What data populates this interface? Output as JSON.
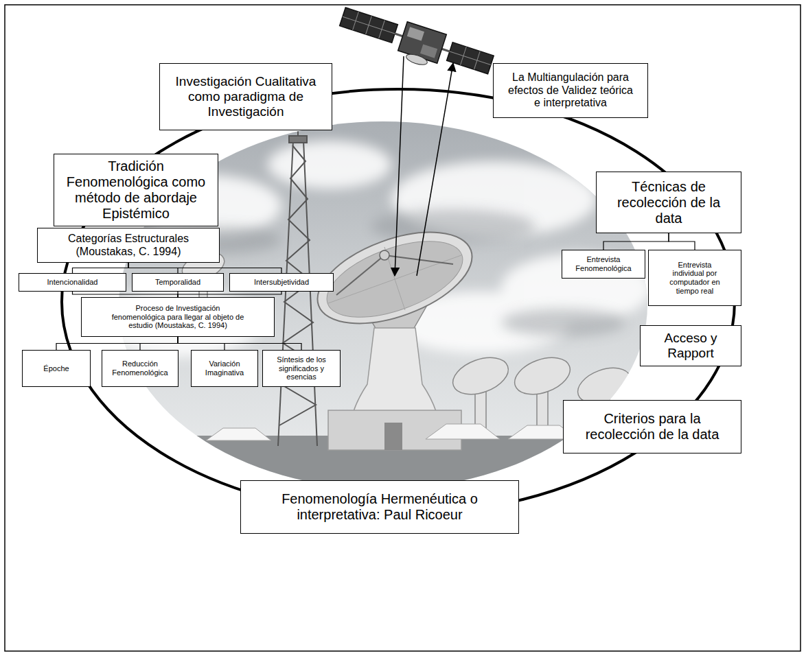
{
  "diagram": {
    "nodes": [
      {
        "text": [
          "Investigación Cualitativa como paradigma de Investigación"
        ]
      },
      {
        "text": [
          "La Multiangulación para efectos de Validez teórica e interpretativa"
        ]
      },
      {
        "text": [
          "Tradición Fenomenológica como método de abordaje Epistémico"
        ]
      },
      {
        "text": [
          "Técnicas de recolección de la data"
        ]
      },
      {
        "text": [
          "Categorías Estructurales (Moustakas, C. 1994)"
        ]
      },
      {
        "text": [
          "Entrevista Fenomenológica"
        ]
      },
      {
        "text": [
          "Entrevista individual por computador en tiempo real"
        ]
      },
      {
        "text": [
          "Intencionalidad"
        ]
      },
      {
        "text": [
          "Temporalidad"
        ]
      },
      {
        "text": [
          "Intersubjetividad"
        ]
      },
      {
        "text": [
          "Proceso de Investigación fenomenológica para llegar al objeto de estudio (Moustakas, C. 1994)"
        ]
      },
      {
        "text": [
          "Acceso y Rapport"
        ]
      },
      {
        "text": [
          "Époche"
        ]
      },
      {
        "text": [
          "Reducción Fenomenológica"
        ]
      },
      {
        "text": [
          "Variación Imaginativa"
        ]
      },
      {
        "text": [
          "Síntesis de los significados y esencias"
        ]
      },
      {
        "text": [
          "Criterios para la recolección de la data"
        ]
      },
      {
        "text": [
          "Fenomenología Hermenéutica o interpretativa: Paul Ricoeur"
        ]
      }
    ],
    "edges": [
      {
        "from": 3,
        "to": 5,
        "arrow": "none"
      },
      {
        "from": 3,
        "to": 6,
        "arrow": "none"
      },
      {
        "from": 4,
        "to": 7,
        "arrow": "none"
      },
      {
        "from": 4,
        "to": 8,
        "arrow": "none"
      },
      {
        "from": 4,
        "to": 9,
        "arrow": "none"
      },
      {
        "from": 7,
        "to": 10,
        "arrow": "none"
      },
      {
        "from": 8,
        "to": 10,
        "arrow": "none"
      },
      {
        "from": 9,
        "to": 10,
        "arrow": "none"
      },
      {
        "from": 10,
        "to": 12,
        "arrow": "none"
      },
      {
        "from": 10,
        "to": 13,
        "arrow": "none"
      },
      {
        "from": 10,
        "to": 14,
        "arrow": "none"
      },
      {
        "from": 10,
        "to": 15,
        "arrow": "none"
      }
    ]
  }
}
